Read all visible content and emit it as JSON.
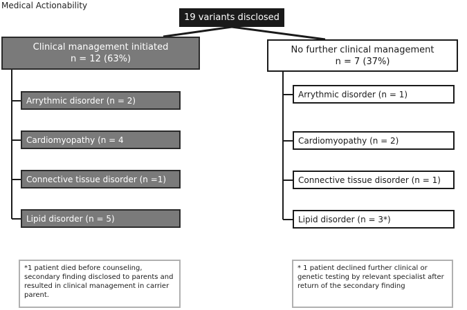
{
  "title": "Medical Actionability",
  "root": {
    "label": "19 variants disclosed"
  },
  "left": {
    "heading_line1": "Clinical management initiated",
    "heading_line2": "n = 12 (63%)",
    "items": [
      "Arrythmic disorder (n = 2)",
      "Cardiomyopathy (n = 4",
      "Connective tissue disorder (n =1)",
      "Lipid disorder (n = 5)"
    ],
    "note": "*1 patient died before counseling, secondary finding disclosed to parents and resulted in clinical management in carrier parent."
  },
  "right": {
    "heading_line1": "No further clinical management",
    "heading_line2": "n = 7 (37%)",
    "items": [
      "Arrythmic disorder (n = 1)",
      "Cardiomyopathy (n = 2)",
      "Connective tissue disorder (n = 1)",
      "Lipid disorder (n = 3*)"
    ],
    "note": "* 1 patient declined further clinical or genetic testing by relevant specialist after return of the secondary finding"
  },
  "colors": {
    "dark_fill": "#7a7a7a",
    "root_fill": "#1a1a1a",
    "border": "#2a2a2a",
    "note_border": "#b0b0b0"
  }
}
